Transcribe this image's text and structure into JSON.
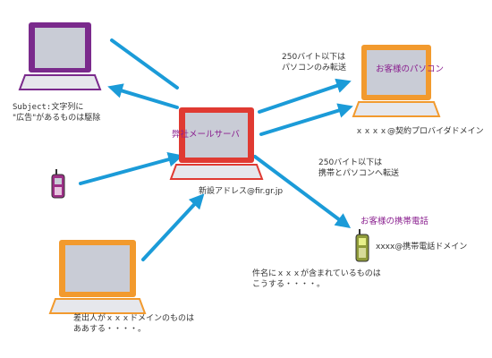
{
  "colors": {
    "arrow": "#1b9bd8",
    "laptop_purple": "#7a2a8c",
    "laptop_orange": "#f29a2e",
    "laptop_red": "#e03a32",
    "screen": "#c9ccd6",
    "keyboard": "#e6e7ec",
    "phone_body": "#8f9b3a",
    "phone_magenta": "#9c2f86",
    "label_purple": "#8a1f8f"
  },
  "nodes": {
    "server_label": "弊社メールサーバ",
    "server_address": "新設アドレス@fir.gr.jp",
    "customer_pc_label": "お客様のパソコン",
    "customer_pc_domain": "ｘｘｘｘ@契約プロバイダドメイン",
    "customer_mobile_label": "お客様の携帯電話",
    "customer_mobile_domain": "xxxx@携帯電話ドメイン"
  },
  "notes": {
    "subject_line1": "Subject:文字列に",
    "subject_line2": "\"広告\"があるものは駆除",
    "pc_only_line1": "250バイト以下は",
    "pc_only_line2": "パソコンのみ転送",
    "both_line1": "250バイト以下は",
    "both_line2": "携帯とパソコンへ転送",
    "subject_rule_line1": "件名にｘｘｘが含まれているものは",
    "subject_rule_line2": "こうする・・・・。",
    "sender_rule_line1": "差出人がｘｘｘドメインのものは",
    "sender_rule_line2": "ああする・・・・。"
  }
}
